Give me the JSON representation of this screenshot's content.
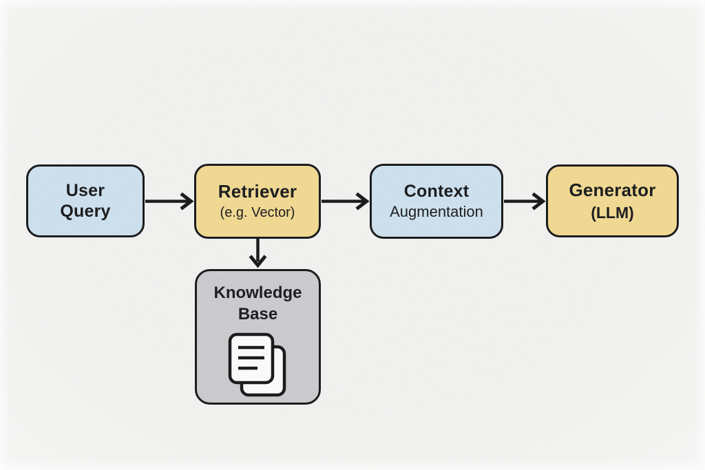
{
  "diagram": {
    "type": "flowchart",
    "nodes": {
      "user_query": {
        "line1": "User",
        "line2": "Query",
        "color": "#cde0ee"
      },
      "retriever": {
        "line1": "Retriever",
        "line2": "(e.g. Vector)",
        "color": "#f1d992"
      },
      "context_augmentation": {
        "line1": "Context",
        "line2": "Augmentation",
        "color": "#cde0ee"
      },
      "generator": {
        "line1": "Generator",
        "line2": "(LLM)",
        "color": "#f1d992"
      },
      "knowledge_base": {
        "line1": "Knowledge",
        "line2": "Base",
        "color": "#cbcbce",
        "icon": "documents-icon"
      }
    },
    "edges": [
      {
        "from": "user_query",
        "to": "retriever"
      },
      {
        "from": "retriever",
        "to": "context_augmentation"
      },
      {
        "from": "context_augmentation",
        "to": "generator"
      },
      {
        "from": "retriever",
        "to": "knowledge_base"
      }
    ],
    "colors": {
      "background": "#f2f2f0",
      "node_blue": "#cde0ee",
      "node_yellow": "#f1d992",
      "node_gray": "#cbcbce",
      "stroke": "#17181a",
      "text": "#191a1c",
      "icon_page_fill": "#fbfbfa"
    }
  }
}
